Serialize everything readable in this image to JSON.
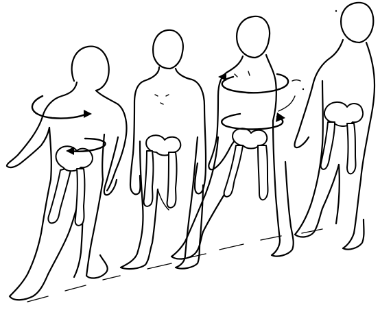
{
  "illustration": {
    "figures": [
      {
        "id": "figure-1",
        "rotation_arrows": 2
      },
      {
        "id": "figure-2",
        "rotation_arrows": 0
      },
      {
        "id": "figure-3",
        "rotation_arrows": 2
      },
      {
        "id": "figure-4",
        "rotation_arrows": 0
      }
    ],
    "colors": {
      "ink": "#000000",
      "background": "#ffffff"
    }
  }
}
